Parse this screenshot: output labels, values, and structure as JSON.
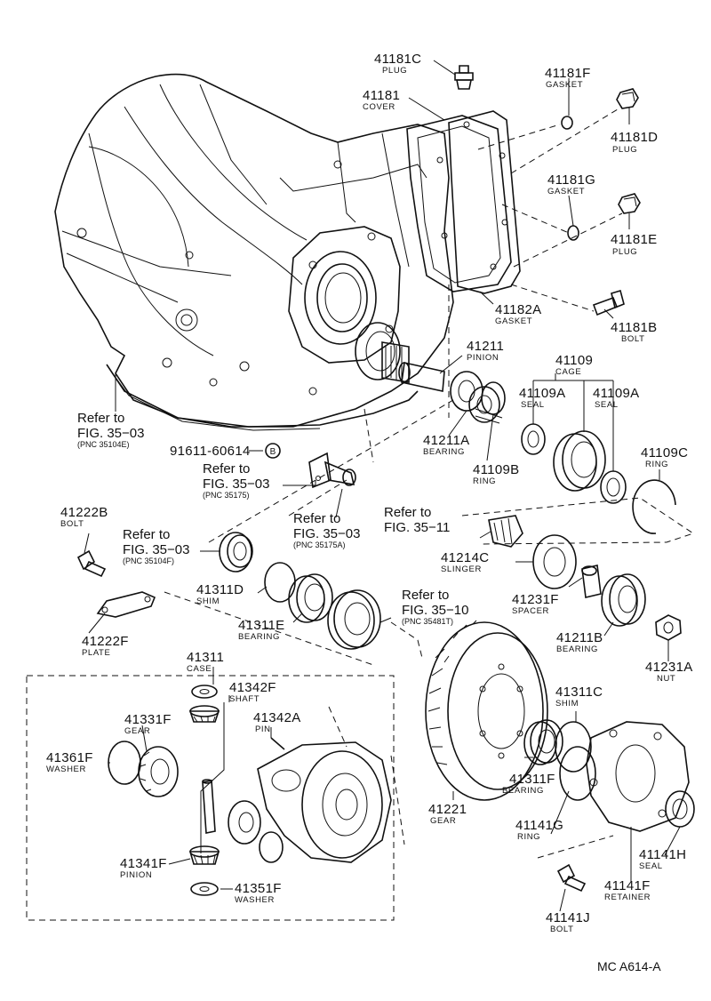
{
  "parts": [
    {
      "id": "41181C",
      "number": "41181C",
      "name": "PLUG"
    },
    {
      "id": "41181F",
      "number": "41181F",
      "name": "GASKET"
    },
    {
      "id": "41181",
      "number": "41181",
      "name": "COVER"
    },
    {
      "id": "41181D",
      "number": "41181D",
      "name": "PLUG"
    },
    {
      "id": "41181G",
      "number": "41181G",
      "name": "GASKET"
    },
    {
      "id": "41181E",
      "number": "41181E",
      "name": "PLUG"
    },
    {
      "id": "41182A",
      "number": "41182A",
      "name": "GASKET"
    },
    {
      "id": "41181B",
      "number": "41181B",
      "name": "BOLT"
    },
    {
      "id": "41211",
      "number": "41211",
      "name": "PINION"
    },
    {
      "id": "41109",
      "number": "41109",
      "name": "CAGE"
    },
    {
      "id": "41109A-1",
      "number": "41109A",
      "name": "SEAL"
    },
    {
      "id": "41109A-2",
      "number": "41109A",
      "name": "SEAL"
    },
    {
      "id": "41211A",
      "number": "41211A",
      "name": "BEARING"
    },
    {
      "id": "41109B",
      "number": "41109B",
      "name": "RING"
    },
    {
      "id": "41109C",
      "number": "41109C",
      "name": "RING"
    },
    {
      "id": "41222B",
      "number": "41222B",
      "name": "BOLT"
    },
    {
      "id": "41214C",
      "number": "41214C",
      "name": "SLINGER"
    },
    {
      "id": "41311D",
      "number": "41311D",
      "name": "SHIM"
    },
    {
      "id": "41231F",
      "number": "41231F",
      "name": "SPACER"
    },
    {
      "id": "41311E",
      "number": "41311E",
      "name": "BEARING"
    },
    {
      "id": "41211B",
      "number": "41211B",
      "name": "BEARING"
    },
    {
      "id": "41222F",
      "number": "41222F",
      "name": "PLATE"
    },
    {
      "id": "41231A",
      "number": "41231A",
      "name": "NUT"
    },
    {
      "id": "41311",
      "number": "41311",
      "name": "CASE"
    },
    {
      "id": "41342F",
      "number": "41342F",
      "name": "SHAFT"
    },
    {
      "id": "41342A",
      "number": "41342A",
      "name": "PIN"
    },
    {
      "id": "41331F",
      "number": "41331F",
      "name": "GEAR"
    },
    {
      "id": "41311C",
      "number": "41311C",
      "name": "SHIM"
    },
    {
      "id": "41361F",
      "number": "41361F",
      "name": "WASHER"
    },
    {
      "id": "41311F",
      "number": "41311F",
      "name": "BEARING"
    },
    {
      "id": "41221",
      "number": "41221",
      "name": "GEAR"
    },
    {
      "id": "41141G",
      "number": "41141G",
      "name": "RING"
    },
    {
      "id": "41141H",
      "number": "41141H",
      "name": "SEAL"
    },
    {
      "id": "41341F",
      "number": "41341F",
      "name": "PINION"
    },
    {
      "id": "41141F",
      "number": "41141F",
      "name": "RETAINER"
    },
    {
      "id": "41351F",
      "number": "41351F",
      "name": "WASHER"
    },
    {
      "id": "41141J",
      "number": "41141J",
      "name": "BOLT"
    }
  ],
  "bolt_code": {
    "number": "91611-60614",
    "marker": "B"
  },
  "refs": [
    {
      "id": "r1",
      "text": "Refer to",
      "fig": "FIG. 35−03",
      "pnc": "(PNC 35104E)"
    },
    {
      "id": "r2",
      "text": "Refer to",
      "fig": "FIG. 35−03",
      "pnc": "(PNC 35175)"
    },
    {
      "id": "r3",
      "text": "Refer to",
      "fig": "FIG. 35−03",
      "pnc": "(PNC 35175A)"
    },
    {
      "id": "r4",
      "text": "Refer to",
      "fig": "FIG. 35−11",
      "pnc": ""
    },
    {
      "id": "r5",
      "text": "Refer to",
      "fig": "FIG. 35−03",
      "pnc": "(PNC 35104F)"
    },
    {
      "id": "r6",
      "text": "Refer to",
      "fig": "FIG. 35−10",
      "pnc": "(PNC 35481T)"
    }
  ],
  "code": "MC  A614-A"
}
